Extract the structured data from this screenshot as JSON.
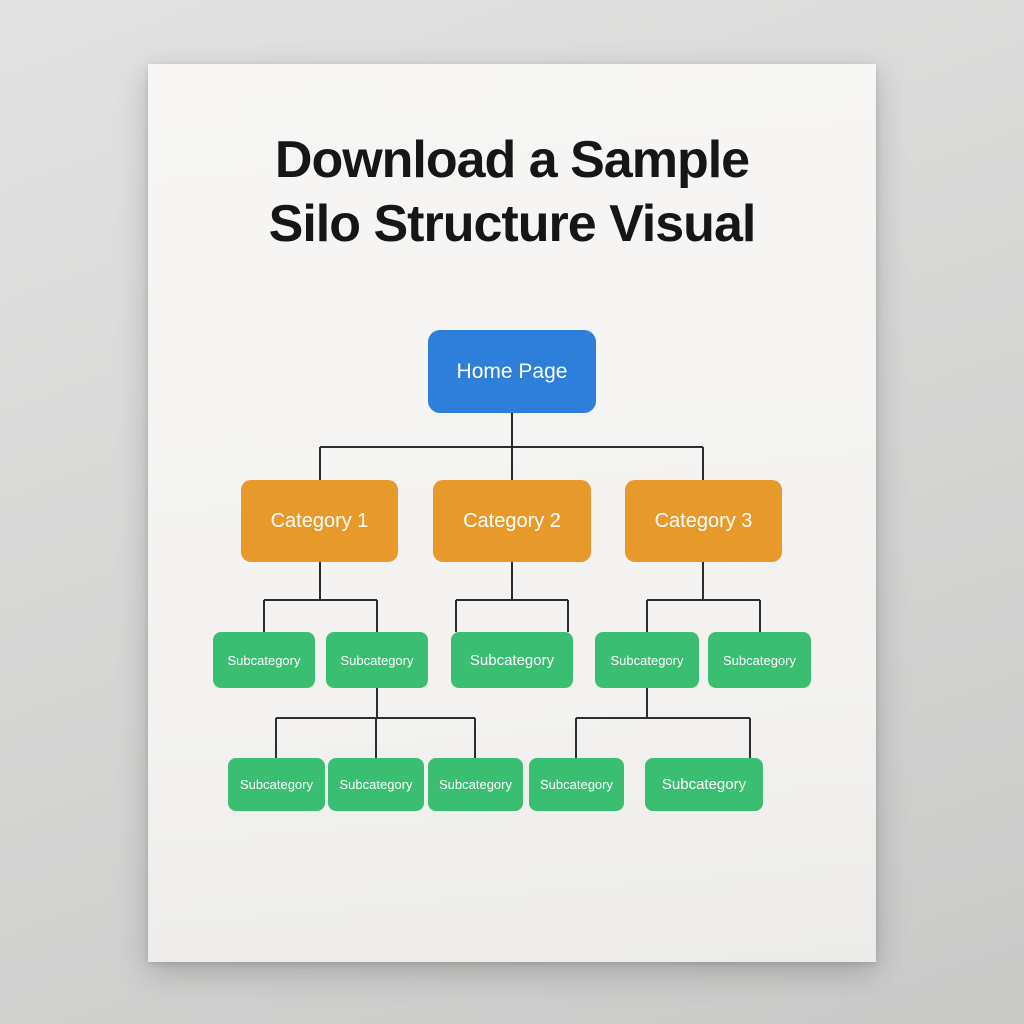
{
  "title": {
    "line1": "Download a Sample",
    "line2": "Silo Structure Visual"
  },
  "colors": {
    "background": "#d7d7d6",
    "paper": "#f5f4f2",
    "home_node": "#2e7fd9",
    "category_node": "#e8992c",
    "subcategory_node": "#3abf72",
    "connector_line": "#2d2d2d",
    "title_text": "#161616",
    "node_text": "#ffffff"
  },
  "tree": {
    "root": {
      "label": "Home Page",
      "children": [
        {
          "label": "Category 1",
          "children": [
            {
              "label": "Subcategory"
            },
            {
              "label": "Subcategory",
              "children": [
                {
                  "label": "Subcategory"
                },
                {
                  "label": "Subcategory"
                },
                {
                  "label": "Subcategory"
                }
              ]
            }
          ]
        },
        {
          "label": "Category 2",
          "children": [
            {
              "label": "Subcategory"
            }
          ]
        },
        {
          "label": "Category 3",
          "children": [
            {
              "label": "Subcategory",
              "children": [
                {
                  "label": "Subcategory"
                },
                {
                  "label": "Subcategory"
                }
              ]
            },
            {
              "label": "Subcategory"
            }
          ]
        }
      ]
    }
  }
}
